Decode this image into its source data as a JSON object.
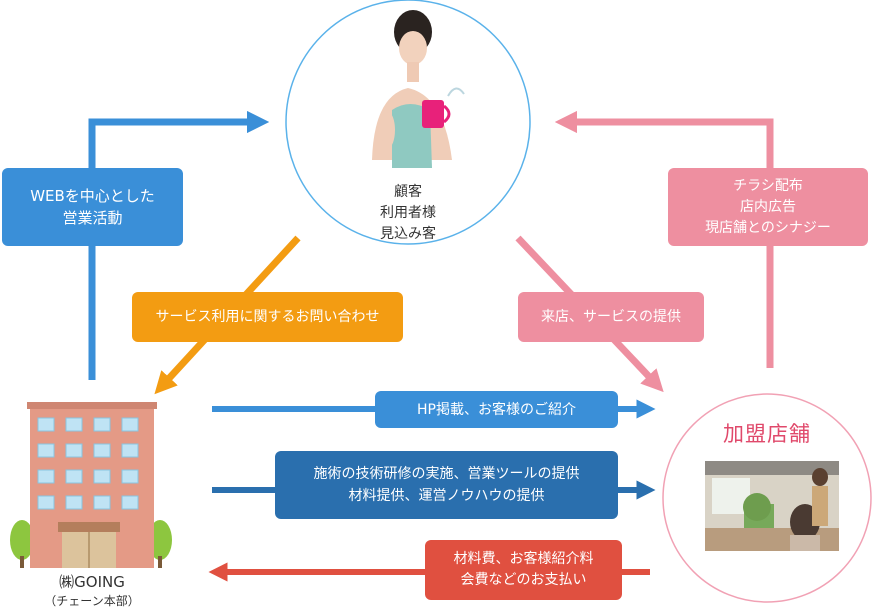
{
  "colors": {
    "web_blue": "#3a8fd8",
    "dark_blue": "#2a6fae",
    "orange": "#f39c12",
    "pink": "#ee8fa0",
    "red": "#e05040",
    "circle_border": "#5ab2ea",
    "franchise_border": "#f1a1b4",
    "franchise_title": "#e0496b"
  },
  "customer": {
    "lines": [
      "顧客",
      "利用者様",
      "見込み客"
    ],
    "photo_icon": "woman-holding-cup-photo"
  },
  "franchise": {
    "title": "加盟店舗",
    "photo_icon": "hair-salon-photo"
  },
  "hq": {
    "name": "㈱GOING",
    "sub": "（チェーン本部）",
    "icon": "office-building-icon"
  },
  "labels": {
    "web": [
      "WEBを中心とした",
      "営業活動"
    ],
    "flyer": [
      "チラシ配布",
      "店内広告",
      "現店舗とのシナジー"
    ],
    "inquiry": "サービス利用に関するお問い合わせ",
    "visit": "来店、サービスの提供",
    "hp": "HP掲載、お客様のご紹介",
    "training": [
      "施術の技術研修の実施、営業ツールの提供",
      "材料提供、運営ノウハウの提供"
    ],
    "payment": [
      "材料費、お客様紹介料",
      "会費などのお支払い"
    ]
  }
}
